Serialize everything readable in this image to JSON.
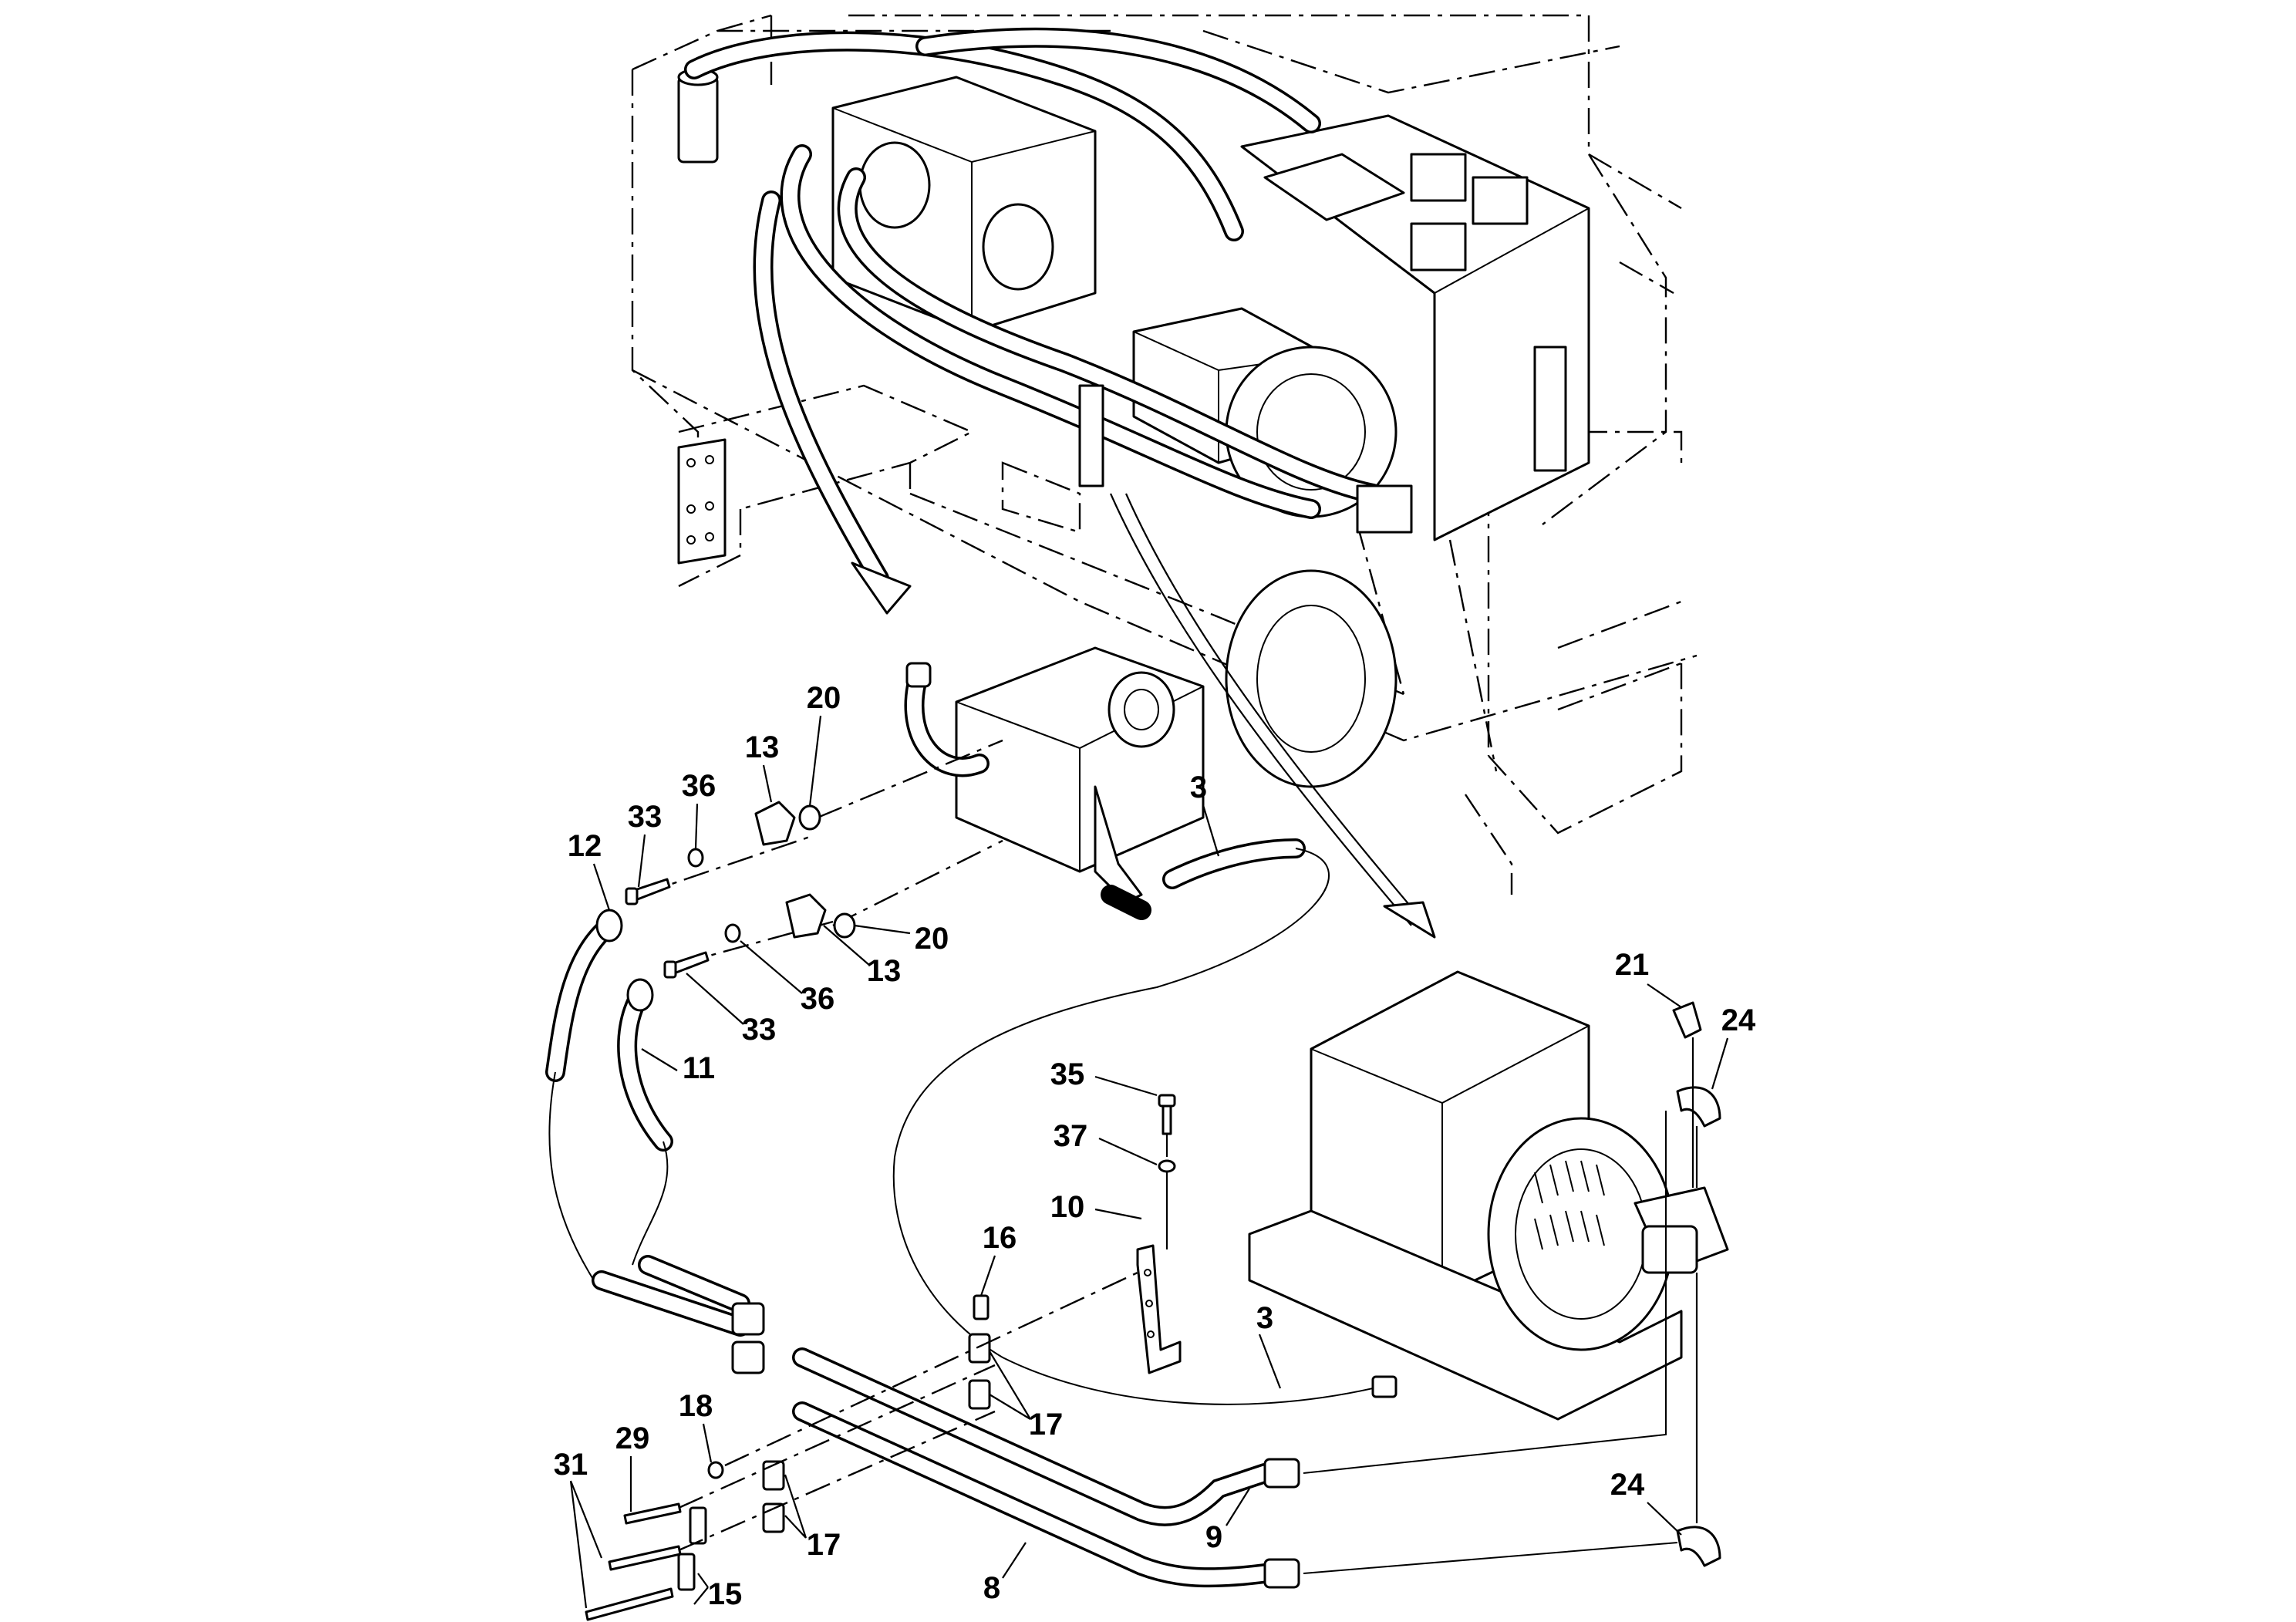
{
  "callouts": {
    "c20a": "20",
    "c13a": "13",
    "c36a": "36",
    "c33a": "33",
    "c12": "12",
    "c20b": "20",
    "c13b": "13",
    "c36b": "36",
    "c33b": "33",
    "c11": "11",
    "c3a": "3",
    "c21": "21",
    "c24a": "24",
    "c35": "35",
    "c37": "37",
    "c10": "10",
    "c16": "16",
    "c3b": "3",
    "c17a": "17",
    "c18": "18",
    "c29": "29",
    "c31": "31",
    "c17b": "17",
    "c15": "15",
    "c9": "9",
    "c8": "8",
    "c24b": "24"
  }
}
